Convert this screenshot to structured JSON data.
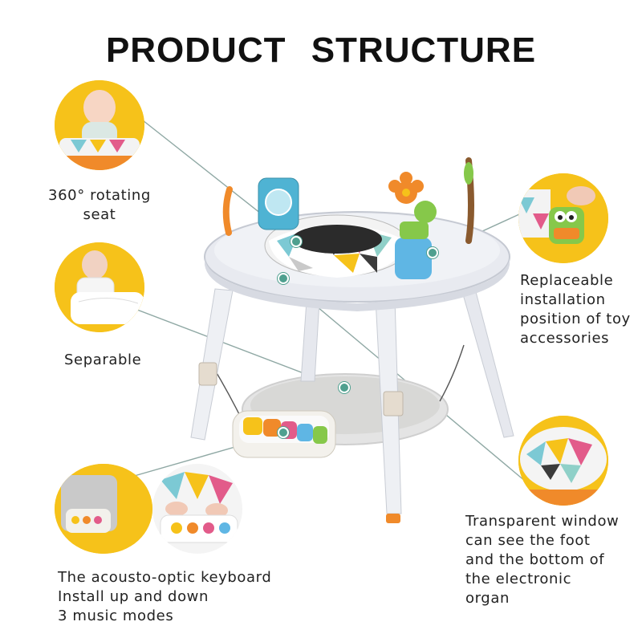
{
  "title": "PRODUCT  STRUCTURE",
  "features": {
    "rotating_seat": [
      "360° rotating",
      "seat"
    ],
    "separable": "Separable",
    "replaceable": [
      "Replaceable",
      "installation",
      "position of toy",
      "accessories"
    ],
    "keyboard": [
      "The acousto-optic keyboard",
      "Install up and down",
      "3 music modes"
    ],
    "window": [
      "Transparent window",
      "can see the foot",
      "and the bottom of",
      "the electronic",
      "organ"
    ]
  },
  "colors": {
    "accent_yellow": "#f6c21a",
    "callout_line": "#8fa8a4",
    "dot": "#4fa08f"
  }
}
